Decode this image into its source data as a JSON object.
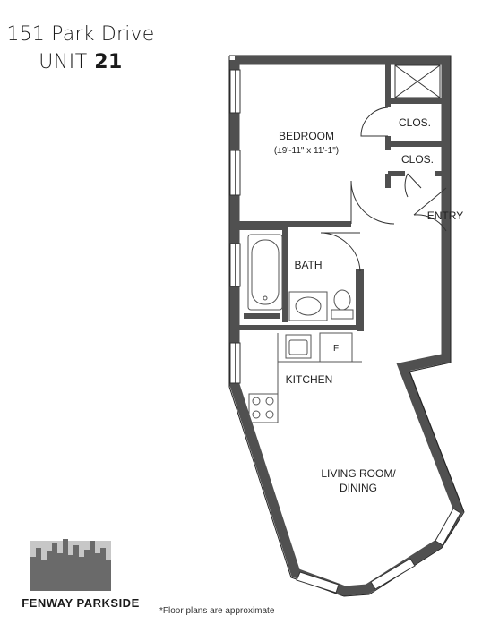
{
  "header": {
    "address": "151 Park Drive",
    "unit_prefix": "UNIT",
    "unit_number": "21"
  },
  "rooms": {
    "bedroom": "BEDROOM",
    "bedroom_dims": "(±9'-11\" x 11'-1\")",
    "closet_1": "CLOS.",
    "closet_2": "CLOS.",
    "entry": "ENTRY",
    "bath": "BATH",
    "kitchen": "KITCHEN",
    "fridge": "F",
    "living_line1": "LIVING ROOM/",
    "living_line2": "DINING"
  },
  "brand": {
    "name": "FENWAY PARKSIDE"
  },
  "footer": {
    "note": "*Floor plans are approximate"
  },
  "colors": {
    "wall": "#505050",
    "logo_dark": "#6a6a6a",
    "logo_light": "#c7c7c7",
    "fixture": "#555555"
  }
}
